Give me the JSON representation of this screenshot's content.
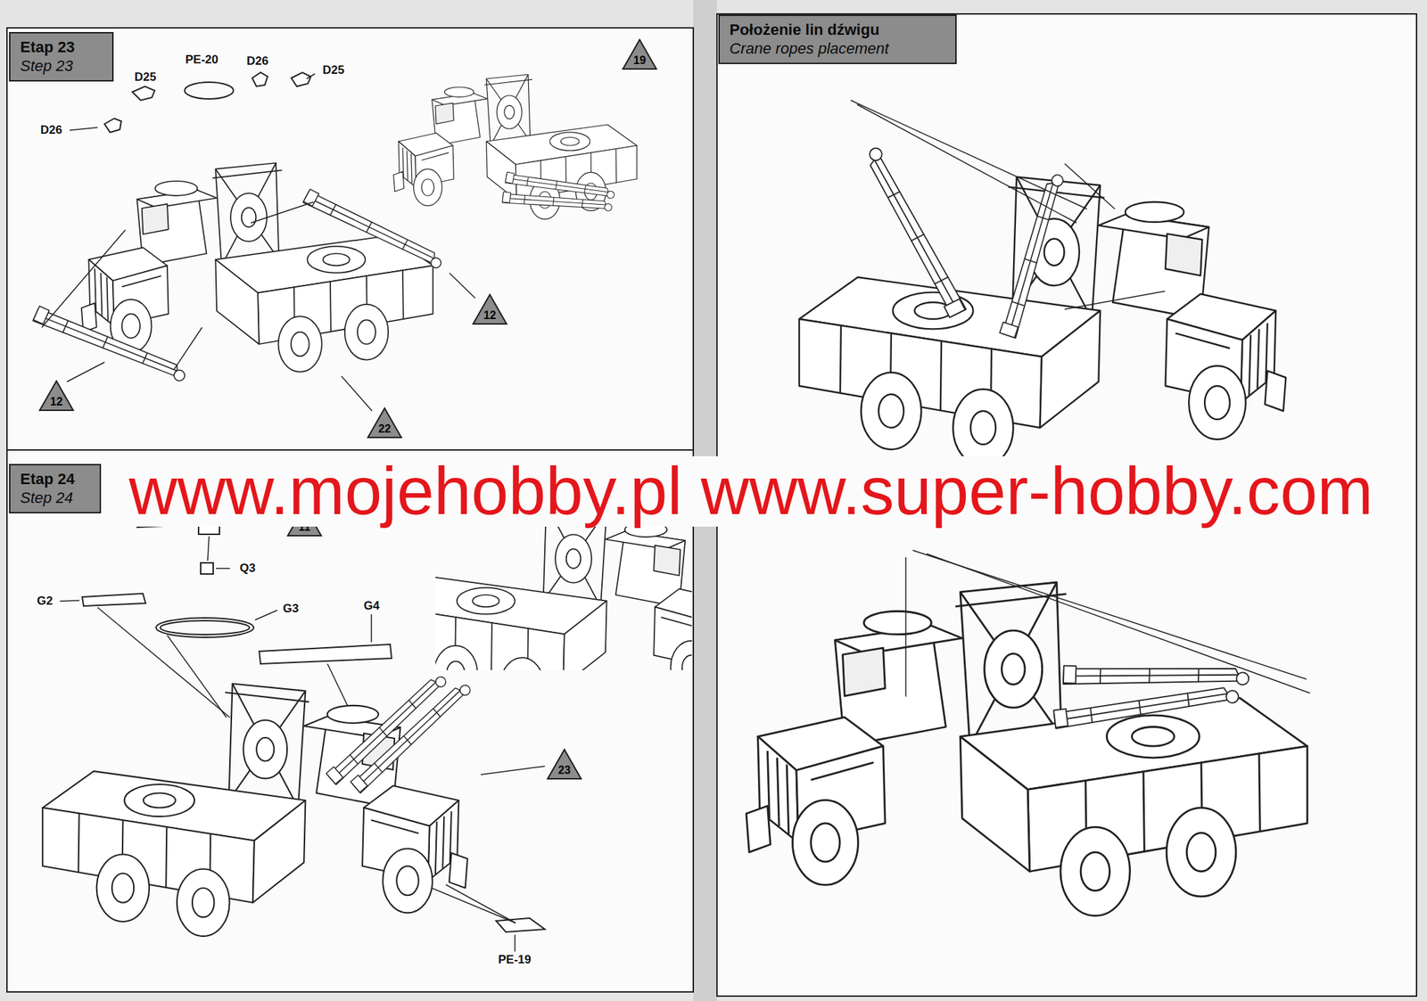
{
  "diagram": {
    "nodes": [
      {
        "text": [
          "Etap 23",
          "Step 23"
        ]
      },
      {
        "text": [
          "19"
        ]
      },
      {
        "text": [
          "12"
        ]
      },
      {
        "text": [
          "12"
        ]
      },
      {
        "text": [
          "22"
        ]
      },
      {
        "text": [
          "Etap 24",
          "Step 24"
        ]
      },
      {
        "text": [
          "11"
        ]
      },
      {
        "text": [
          "23"
        ]
      },
      {
        "text": [
          "Położenie lin dźwigu",
          "Crane ropes placement"
        ]
      }
    ],
    "labels": [
      "PE-20",
      "D25",
      "D26",
      "D25",
      "D26",
      "Q3",
      "G2",
      "G3",
      "G4",
      "PE-19",
      "www.mojehobby.pl www.super-hobby.com"
    ]
  }
}
